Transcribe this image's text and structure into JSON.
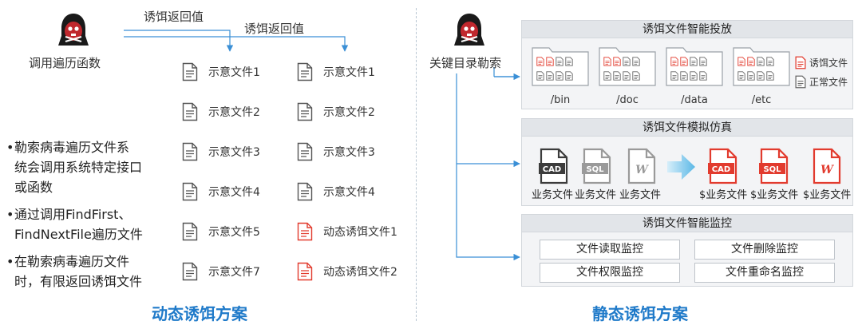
{
  "left": {
    "caller_label": "调用遍历函数",
    "return_label_1": "诱饵返回值",
    "return_label_2": "诱饵返回值",
    "col1": [
      "示意文件1",
      "示意文件2",
      "示意文件3",
      "示意文件4",
      "示意文件5",
      "示意文件7"
    ],
    "col2": [
      "示意文件1",
      "示意文件2",
      "示意文件3",
      "示意文件4",
      "动态诱饵文件1",
      "动态诱饵文件2"
    ],
    "bullets": [
      [
        "勒索病毒遍历文件系",
        "统会调用系统特定接口",
        "或函数"
      ],
      [
        "通过调用FindFirst、",
        "FindNextFile遍历文件"
      ],
      [
        "在勒索病毒遍历文件",
        "时，有限返回诱饵文件"
      ]
    ],
    "title": "动态诱饵方案"
  },
  "right": {
    "attacker_label": "关键目录勒索",
    "title": "静态诱饵方案",
    "panel1": {
      "title": "诱饵文件智能投放",
      "folders": [
        "/bin",
        "/doc",
        "/data",
        "/etc"
      ],
      "legend_bait": "诱饵文件",
      "legend_normal": "正常文件"
    },
    "panel2": {
      "title": "诱饵文件模拟仿真",
      "normal": [
        {
          "tag": "CAD",
          "label": "业务文件"
        },
        {
          "tag": "SQL",
          "label": "业务文件"
        },
        {
          "tag": "W",
          "label": "业务文件"
        }
      ],
      "bait": [
        {
          "tag": "CAD",
          "label": "$业务文件"
        },
        {
          "tag": "SQL",
          "label": "$业务文件"
        },
        {
          "tag": "W",
          "label": "$业务文件"
        }
      ]
    },
    "panel3": {
      "title": "诱饵文件智能监控",
      "buttons": [
        "文件读取监控",
        "文件删除监控",
        "文件权限监控",
        "文件重命名监控"
      ]
    }
  },
  "colors": {
    "accent_blue": "#1f7ac9",
    "bait_red": "#e23b2e",
    "arrow_blue": "#3a8fd6",
    "hacker_red": "#c0272d"
  }
}
